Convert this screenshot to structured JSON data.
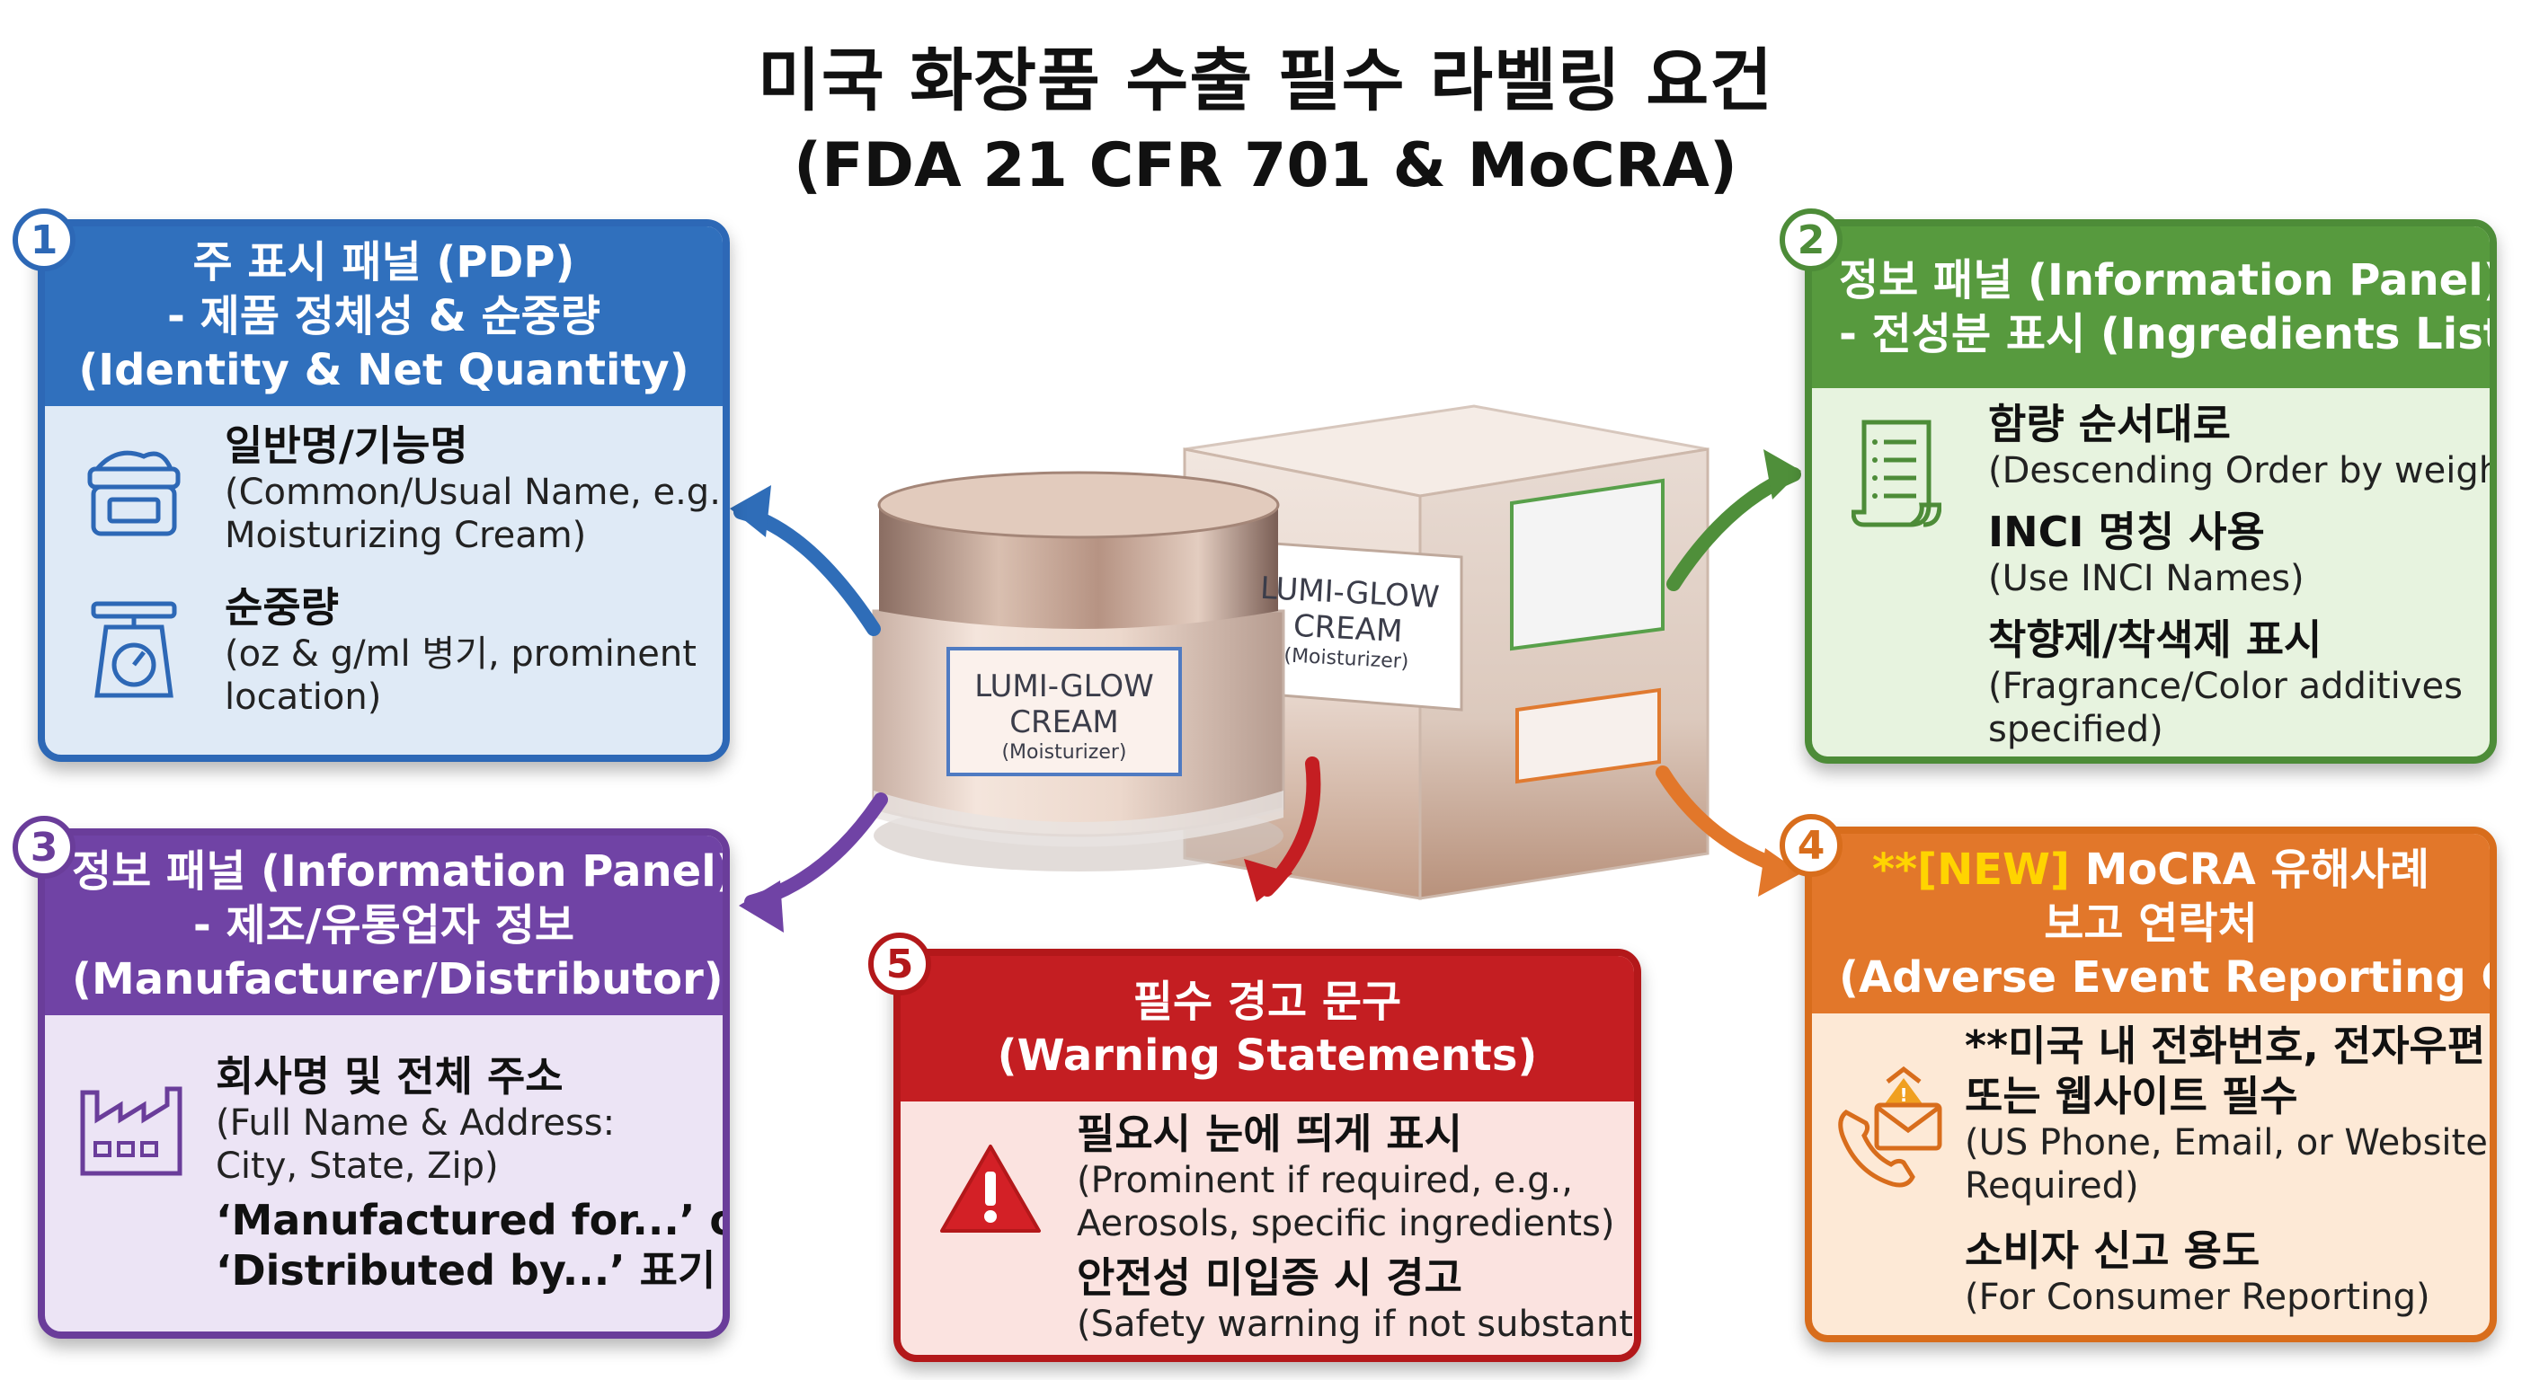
{
  "title": {
    "line1": "미국 화장품 수출 필수 라벨링 요건",
    "line2": "(FDA 21 CFR 701 & MoCRA)"
  },
  "panels": {
    "pdp": {
      "number": "1",
      "head": [
        "주 표시 패널 (PDP)",
        "- 제품 정체성 & 순중량",
        "(Identity & Net Quantity)"
      ],
      "items": [
        {
          "icon": "cream-jar-icon",
          "title": "일반명/기능명",
          "sub": [
            "(Common/Usual Name, e.g.,",
            "Moisturizing Cream)"
          ]
        },
        {
          "icon": "scale-icon",
          "title": "순중량",
          "sub": [
            "(oz & g/ml 병기, prominent",
            "location)"
          ]
        }
      ],
      "color": "#3070bd"
    },
    "ingredients": {
      "number": "2",
      "head": [
        "정보 패널 (Information Panel)",
        "- 전성분 표시 (Ingredients List)"
      ],
      "items": [
        {
          "title": "함량 순서대로",
          "sub": [
            "(Descending Order by weight)"
          ]
        },
        {
          "title": "INCI 명칭 사용",
          "sub": [
            "(Use INCI Names)"
          ]
        },
        {
          "title": "착향제/착색제 표시",
          "sub": [
            "(Fragrance/Color additives",
            "specified)"
          ]
        }
      ],
      "icon": "document-list-icon",
      "color": "#579a3e"
    },
    "manufacturer": {
      "number": "3",
      "head": [
        "정보 패널 (Information Panel)",
        "- 제조/유통업자 정보",
        "(Manufacturer/Distributor)"
      ],
      "items": [
        {
          "title": "회사명 및 전체 주소",
          "sub": [
            "(Full Name & Address:",
            "City, State, Zip)"
          ]
        },
        {
          "title": "‘Manufactured for...’ or",
          "title2": "‘Distributed by...’ 표기"
        }
      ],
      "icon": "factory-icon",
      "color": "#7043a5"
    },
    "adverse": {
      "number": "4",
      "head_prefix": "**",
      "head_highlight": "[NEW]",
      "head_rest": " MoCRA 유해사례",
      "head_line2": "보고 연락처",
      "head_line3": "(Adverse Event Reporting Contact)",
      "items": [
        {
          "title": "**미국 내 전화번호, 전자우편",
          "title2": "또는 웹사이트 필수",
          "sub": [
            "(US Phone, Email, or Website",
            "Required)"
          ]
        },
        {
          "title": "소비자 신고 용도",
          "sub": [
            "(For Consumer Reporting)"
          ]
        }
      ],
      "icon": "phone-mail-icon",
      "color": "#e2772a"
    },
    "warning": {
      "number": "5",
      "head": [
        "필수 경고 문구",
        "(Warning Statements)"
      ],
      "items": [
        {
          "title": "필요시 눈에 띄게 표시",
          "sub": [
            "(Prominent if required, e.g.,",
            "Aerosols, specific ingredients)"
          ]
        },
        {
          "title": "안전성 미입증 시 경고",
          "sub": [
            "(Safety warning if not substantiated)"
          ]
        }
      ],
      "icon": "warning-triangle-icon",
      "color": "#c41e22"
    }
  },
  "product": {
    "jar_label": [
      "LUMI-GLOW",
      "CREAM",
      "(Moisturizer)"
    ],
    "box_label": [
      "LUMI-GLOW",
      "CREAM",
      "(Moisturizer)"
    ]
  }
}
